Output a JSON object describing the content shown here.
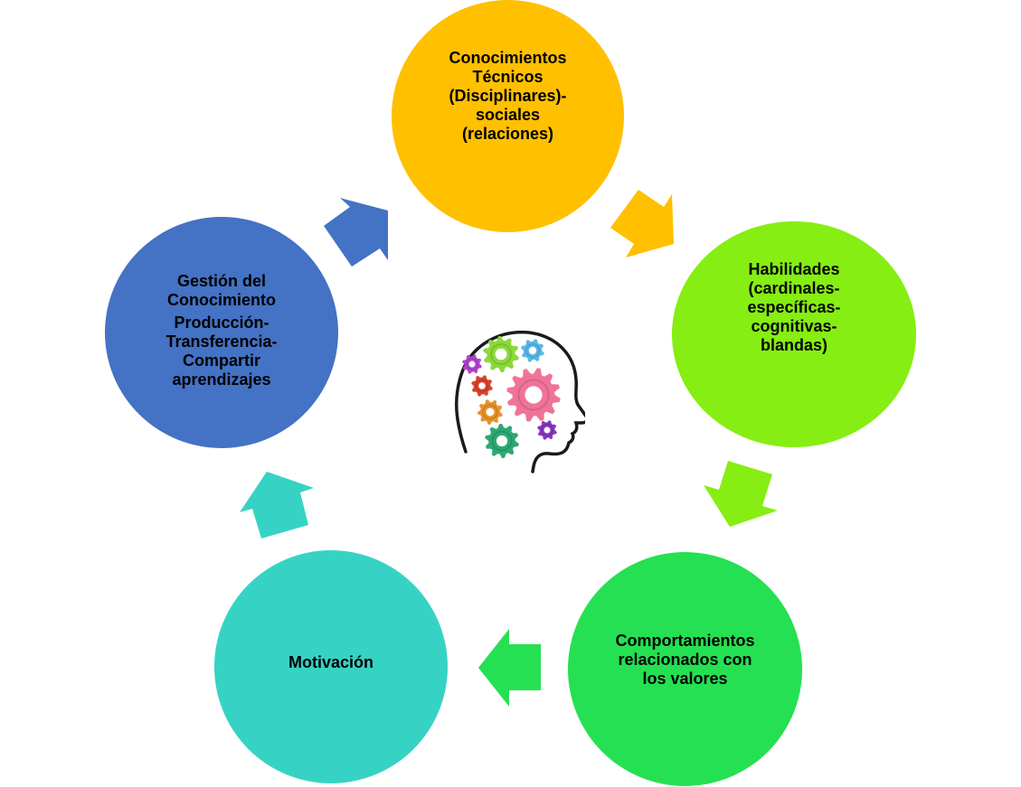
{
  "diagram": {
    "type": "cycle",
    "nodes": [
      {
        "id": "conocimientos",
        "color": "#FFC000",
        "paragraphs": [
          "Conocimientos\nTécnicos\n(Disciplinares)-\nsociales\n(relaciones)"
        ]
      },
      {
        "id": "habilidades",
        "color": "#86EE12",
        "paragraphs": [
          "Habilidades\n(cardinales-\nespecíficas-\ncognitivas-\nblandas)"
        ]
      },
      {
        "id": "comportamientos",
        "color": "#25E052",
        "paragraphs": [
          "Comportamientos\nrelacionados con\nlos valores"
        ]
      },
      {
        "id": "motivacion",
        "color": "#36D3C4",
        "paragraphs": [
          "Motivación"
        ]
      },
      {
        "id": "gestion",
        "color": "#4472C4",
        "paragraphs": [
          "Gestión del\nConocimiento",
          "Producción-\nTransferencia-\nCompartir\naprendizajes"
        ]
      }
    ],
    "arrows": [
      {
        "from": "gestion",
        "to": "conocimientos",
        "color": "#4472C4"
      },
      {
        "from": "conocimientos",
        "to": "habilidades",
        "color": "#FFC000"
      },
      {
        "from": "habilidades",
        "to": "comportamientos",
        "color": "#86EE12"
      },
      {
        "from": "comportamientos",
        "to": "motivacion",
        "color": "#25E052"
      },
      {
        "from": "motivacion",
        "to": "gestion",
        "color": "#36D3C4"
      }
    ],
    "center_image": {
      "icon": "head-with-gears-icon",
      "gear_colors": [
        "#8BD93A",
        "#5BB8E6",
        "#B543D1",
        "#D9452B",
        "#F07398",
        "#E8922B",
        "#2DA872",
        "#8A35C2"
      ]
    }
  }
}
